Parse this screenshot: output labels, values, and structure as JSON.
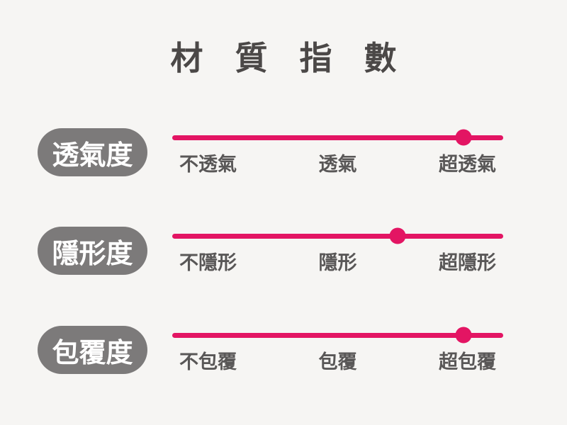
{
  "title": "材質指數",
  "colors": {
    "background": "#f6f5f3",
    "accent": "#e31563",
    "pill_bg": "#7c7a7a",
    "pill_text": "#ffffff",
    "title_text": "#4b4847",
    "label_text": "#595757"
  },
  "chart_data": {
    "type": "slider-scale",
    "title": "材質指數",
    "value_range_percent": [
      0,
      100
    ],
    "rows": [
      {
        "name": "透氣度",
        "labels": [
          "不透氣",
          "透氣",
          "超透氣"
        ],
        "value_percent": 88
      },
      {
        "name": "隱形度",
        "labels": [
          "不隱形",
          "隱形",
          "超隱形"
        ],
        "value_percent": 68
      },
      {
        "name": "包覆度",
        "labels": [
          "不包覆",
          "包覆",
          "超包覆"
        ],
        "value_percent": 88
      }
    ]
  }
}
